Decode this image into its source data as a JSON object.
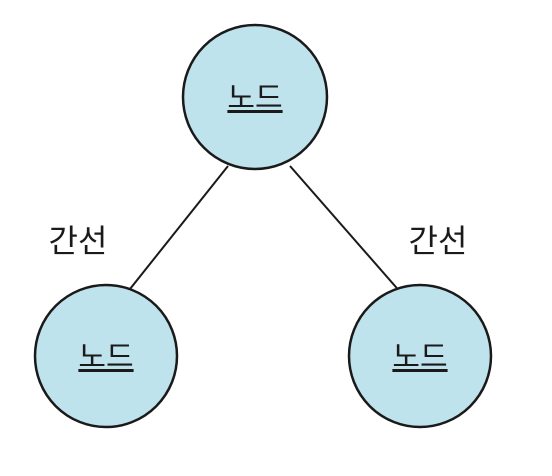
{
  "diagram": {
    "nodes": [
      {
        "id": "root",
        "label": "노드"
      },
      {
        "id": "left-child",
        "label": "노드"
      },
      {
        "id": "right-child",
        "label": "노드"
      }
    ],
    "edges": [
      {
        "from": "root",
        "to": "left-child",
        "label": "간선"
      },
      {
        "from": "root",
        "to": "right-child",
        "label": "간선"
      }
    ],
    "colors": {
      "node_fill": "#bfe3ec",
      "stroke": "#1a1a1a"
    }
  }
}
